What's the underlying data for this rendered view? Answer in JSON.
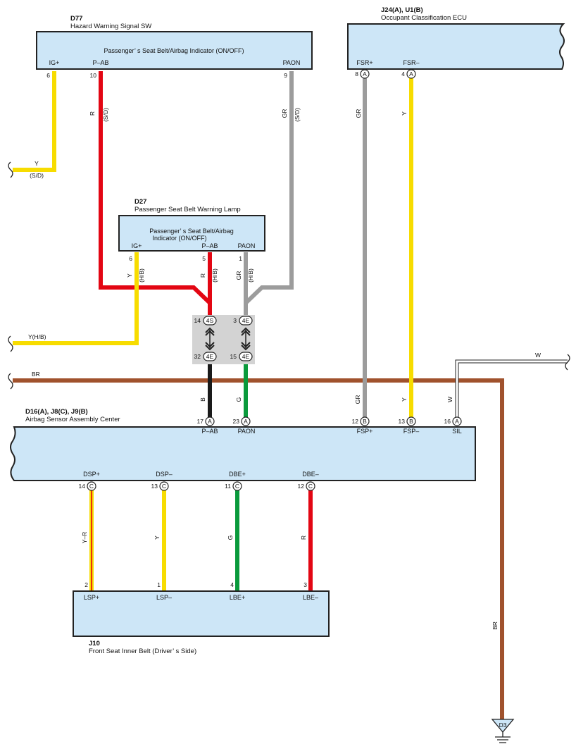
{
  "components": {
    "d77": {
      "id": "D77",
      "name": "Hazard Warning Signal SW",
      "inner_label": "Passenger’ s Seat Belt/Airbag Indicator (ON/OFF)",
      "pins": [
        {
          "name": "IG+",
          "num": "6"
        },
        {
          "name": "P–AB",
          "num": "10"
        },
        {
          "name": "PAON",
          "num": "9"
        }
      ]
    },
    "j24": {
      "id": "J24(A), U1(B)",
      "name": "Occupant Classification ECU",
      "pins": [
        {
          "name": "FSR+",
          "num": "8",
          "conn": "A"
        },
        {
          "name": "FSR–",
          "num": "4",
          "conn": "A"
        }
      ]
    },
    "d27": {
      "id": "D27",
      "name": "Passenger Seat Belt Warning Lamp",
      "inner_label_1": "Passenger’ s Seat Belt/Airbag",
      "inner_label_2": "Indicator (ON/OFF)",
      "pins": [
        {
          "name": "IG+",
          "num": "6"
        },
        {
          "name": "P–AB",
          "num": "5"
        },
        {
          "name": "PAON",
          "num": "1"
        }
      ]
    },
    "d16": {
      "id": "D16(A), J8(C), J9(B)",
      "name": "Airbag Sensor Assembly Center",
      "top_pins": [
        {
          "name": "P–AB",
          "num": "17",
          "conn": "A"
        },
        {
          "name": "PAON",
          "num": "23",
          "conn": "A"
        },
        {
          "name": "FSP+",
          "num": "12",
          "conn": "B"
        },
        {
          "name": "FSP–",
          "num": "13",
          "conn": "B"
        },
        {
          "name": "SIL",
          "num": "16",
          "conn": "A"
        }
      ],
      "bottom_pins": [
        {
          "name": "DSP+",
          "num": "14",
          "conn": "C"
        },
        {
          "name": "DSP–",
          "num": "13",
          "conn": "C"
        },
        {
          "name": "DBE+",
          "num": "11",
          "conn": "C"
        },
        {
          "name": "DBE–",
          "num": "12",
          "conn": "C"
        }
      ]
    },
    "j10": {
      "id": "J10",
      "name": "Front Seat Inner Belt (Driver’ s Side)",
      "pins": [
        {
          "name": "LSP+",
          "num": "2"
        },
        {
          "name": "LSP–",
          "num": "1"
        },
        {
          "name": "LBE+",
          "num": "4"
        },
        {
          "name": "LBE–",
          "num": "3"
        }
      ]
    }
  },
  "junction": {
    "upper": [
      {
        "num": "14",
        "conn": "4S"
      },
      {
        "num": "3",
        "conn": "4E"
      }
    ],
    "lower": [
      {
        "num": "32",
        "conn": "4E"
      },
      {
        "num": "15",
        "conn": "4E"
      }
    ]
  },
  "ground": {
    "id": "D3"
  },
  "wires": {
    "ig_y": {
      "color": "Y",
      "harness": "(S/D)"
    },
    "pab_r": {
      "color": "R",
      "harness": "(S/D)"
    },
    "paon_gr": {
      "color": "GR",
      "harness": "(S/D)"
    },
    "fsr_plus": {
      "color": "GR"
    },
    "fsr_minus": {
      "color": "Y"
    },
    "d27_ig": {
      "color": "Y",
      "harness": "(H/B)"
    },
    "d27_pab": {
      "color": "R",
      "harness": "(H/B)"
    },
    "d27_paon": {
      "color": "GR",
      "harness": "(H/B)"
    },
    "yhb_left": {
      "label": "Y(H/B)"
    },
    "br_bus": {
      "label": "BR"
    },
    "w_right": {
      "label": "W"
    },
    "b_lower": {
      "color": "B"
    },
    "g_lower": {
      "color": "G"
    },
    "gr_lower": {
      "color": "GR"
    },
    "y_lower": {
      "color": "Y"
    },
    "w_lower": {
      "color": "W"
    },
    "yr": {
      "color": "Y–R"
    },
    "y2": {
      "color": "Y"
    },
    "g2": {
      "color": "G"
    },
    "r2": {
      "color": "R"
    },
    "br_down": {
      "color": "BR"
    }
  },
  "colors": {
    "box_fill": "#cde6f7",
    "yellow": "#f7dc00",
    "red": "#e30613",
    "gray": "#9c9c9c",
    "brown": "#a0522d",
    "black": "#1a1a1a",
    "green": "#0a9a3c",
    "junction_fill": "#d3d3d3"
  }
}
